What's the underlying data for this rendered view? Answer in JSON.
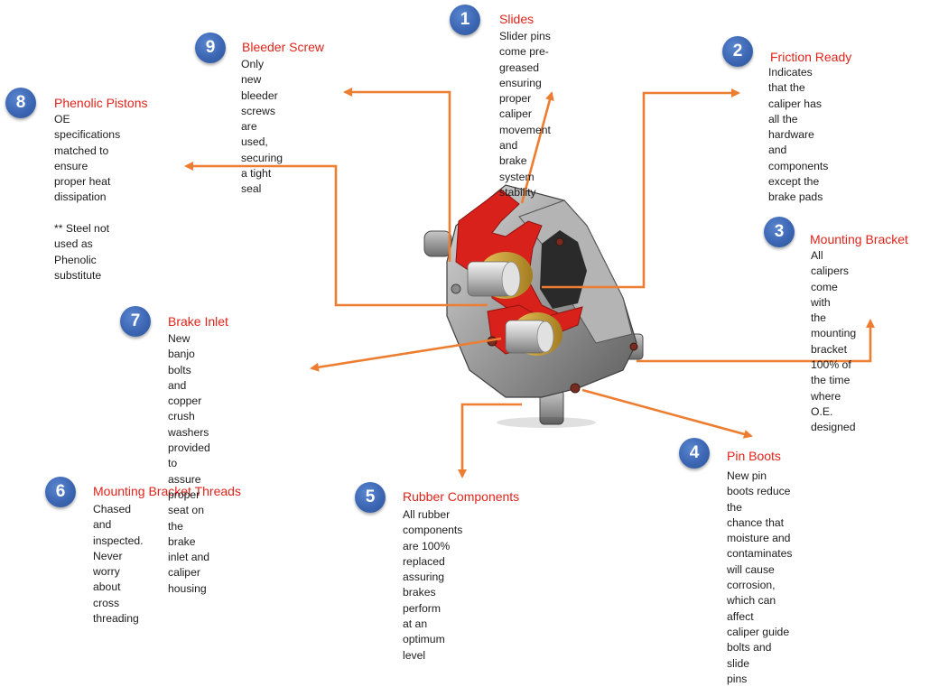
{
  "accent_color": "#ed7d31",
  "badge_color": "#3c66b3",
  "title_color": "#e0241b",
  "image": "brake-caliper-cutaway",
  "callouts": [
    {
      "number": "1",
      "title": "Slides",
      "text": "Slider pins come pre-\ngreased ensuring proper\ncaliper movement  and\nbrake system stability"
    },
    {
      "number": "2",
      "title": "Friction Ready",
      "text": "Indicates that the\ncaliper has all the\nhardware and\ncomponents  except the\nbrake pads"
    },
    {
      "number": "3",
      "title": "Mounting Bracket",
      "text": "All calipers come with\nthe mounting bracket\n100% of the time\nwhere O.E. designed"
    },
    {
      "number": "4",
      "title": "Pin Boots",
      "text": "New pin boots reduce the\nchance that moisture and\ncontaminates will cause\ncorrosion, which can affect\ncaliper guide bolts and slide\npins"
    },
    {
      "number": "5",
      "title": "Rubber Components",
      "text": "All rubber components\nare 100% replaced\nassuring brakes perform\nat an optimum level"
    },
    {
      "number": "6",
      "title": "Mounting Bracket Threads",
      "text": "Chased and inspected.  Never\nworry about cross threading"
    },
    {
      "number": "7",
      "title": "Brake Inlet",
      "text": "New banjo bolts and\ncopper crush washers\nprovided  to assure\nproper seat on the brake\ninlet and caliper housing"
    },
    {
      "number": "8",
      "title": "Phenolic Pistons",
      "text": "OE specifications\nmatched to ensure\nproper heat\ndissipation\n\n** Steel not used as\nPhenolic substitute"
    },
    {
      "number": "9",
      "title": "Bleeder Screw",
      "text": "Only new\nbleeder screws\nare used,\nsecuring a tight\nseal"
    }
  ]
}
